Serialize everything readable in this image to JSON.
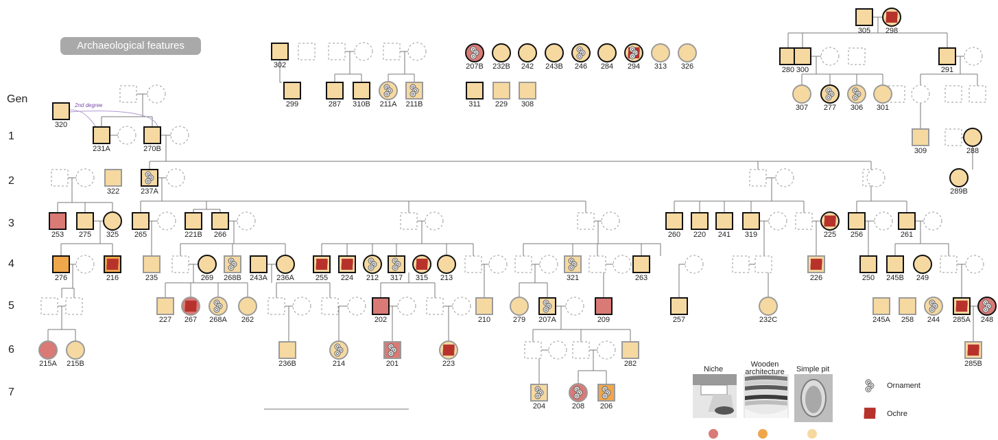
{
  "badge": "Archaeological features",
  "gen_header": "Gen",
  "generations": [
    "1",
    "2",
    "3",
    "4",
    "5",
    "6",
    "7"
  ],
  "note_2nd_degree": "2nd degree",
  "legend": {
    "niche": "Niche",
    "wooden_l1": "Wooden",
    "wooden_l2": "architecture",
    "simple_pit": "Simple pit",
    "ornament": "Ornament",
    "ochre": "Ochre"
  },
  "colors": {
    "fill_default": "#f6d9a1",
    "niche": "#d97a76",
    "wooden": "#f0a64a",
    "simple_pit": "#f6d9a1",
    "ochre": "#b8322c",
    "line": "#777777",
    "thick_border": "#111111",
    "thin_border": "#9a9a9a",
    "dashed": "#9a9a9a",
    "note": "#7a4aa8"
  },
  "individuals": [
    {
      "id": "305",
      "shape": "square",
      "fill": "simple_pit",
      "border": "thick"
    },
    {
      "id": "298",
      "shape": "circle",
      "fill": "simple_pit",
      "border": "thick",
      "ochre": true
    },
    {
      "id": "302",
      "shape": "square",
      "fill": "simple_pit",
      "border": "thick"
    },
    {
      "id": "299",
      "shape": "square",
      "fill": "simple_pit",
      "border": "thick"
    },
    {
      "id": "287",
      "shape": "square",
      "fill": "simple_pit",
      "border": "thick"
    },
    {
      "id": "310B",
      "shape": "square",
      "fill": "simple_pit",
      "border": "thick"
    },
    {
      "id": "211A",
      "shape": "circle",
      "fill": "simple_pit",
      "border": "thin",
      "ornament": true
    },
    {
      "id": "211B",
      "shape": "square",
      "fill": "simple_pit",
      "border": "thin",
      "ornament": true
    },
    {
      "id": "207B",
      "shape": "circle",
      "fill": "niche",
      "border": "thick",
      "ornament": true
    },
    {
      "id": "232B",
      "shape": "circle",
      "fill": "simple_pit",
      "border": "thick"
    },
    {
      "id": "242",
      "shape": "circle",
      "fill": "simple_pit",
      "border": "thick"
    },
    {
      "id": "243B",
      "shape": "circle",
      "fill": "simple_pit",
      "border": "thick"
    },
    {
      "id": "246",
      "shape": "circle",
      "fill": "simple_pit",
      "border": "thick",
      "ornament": true
    },
    {
      "id": "284",
      "shape": "circle",
      "fill": "simple_pit",
      "border": "thick"
    },
    {
      "id": "294",
      "shape": "circle",
      "fill": "simple_pit",
      "border": "thick",
      "ornament": true,
      "ochre": true
    },
    {
      "id": "313",
      "shape": "circle",
      "fill": "simple_pit",
      "border": "thin"
    },
    {
      "id": "326",
      "shape": "circle",
      "fill": "simple_pit",
      "border": "thin"
    },
    {
      "id": "311",
      "shape": "square",
      "fill": "simple_pit",
      "border": "thick"
    },
    {
      "id": "229",
      "shape": "square",
      "fill": "simple_pit",
      "border": "thin"
    },
    {
      "id": "308",
      "shape": "square",
      "fill": "simple_pit",
      "border": "thin"
    },
    {
      "id": "280",
      "shape": "square",
      "fill": "simple_pit",
      "border": "thick"
    },
    {
      "id": "300",
      "shape": "square",
      "fill": "simple_pit",
      "border": "thick"
    },
    {
      "id": "291",
      "shape": "square",
      "fill": "simple_pit",
      "border": "thick"
    },
    {
      "id": "307",
      "shape": "circle",
      "fill": "simple_pit",
      "border": "thin"
    },
    {
      "id": "277",
      "shape": "circle",
      "fill": "simple_pit",
      "border": "thick",
      "ornament": true
    },
    {
      "id": "306",
      "shape": "circle",
      "fill": "simple_pit",
      "border": "thin",
      "ornament": true
    },
    {
      "id": "301",
      "shape": "circle",
      "fill": "simple_pit",
      "border": "thin"
    },
    {
      "id": "309",
      "shape": "square",
      "fill": "simple_pit",
      "border": "thin"
    },
    {
      "id": "288",
      "shape": "circle",
      "fill": "simple_pit",
      "border": "thick"
    },
    {
      "id": "289B",
      "shape": "circle",
      "fill": "simple_pit",
      "border": "thick"
    },
    {
      "id": "320",
      "shape": "square",
      "fill": "simple_pit",
      "border": "thick"
    },
    {
      "id": "231A",
      "shape": "square",
      "fill": "simple_pit",
      "border": "thick"
    },
    {
      "id": "270B",
      "shape": "square",
      "fill": "simple_pit",
      "border": "thick"
    },
    {
      "id": "322",
      "shape": "square",
      "fill": "simple_pit",
      "border": "thin"
    },
    {
      "id": "237A",
      "shape": "square",
      "fill": "simple_pit",
      "border": "thick",
      "ornament": true
    },
    {
      "id": "253",
      "shape": "square",
      "fill": "niche",
      "border": "thick"
    },
    {
      "id": "275",
      "shape": "square",
      "fill": "simple_pit",
      "border": "thick"
    },
    {
      "id": "325",
      "shape": "circle",
      "fill": "simple_pit",
      "border": "thick"
    },
    {
      "id": "265",
      "shape": "square",
      "fill": "simple_pit",
      "border": "thick"
    },
    {
      "id": "221B",
      "shape": "square",
      "fill": "simple_pit",
      "border": "thick"
    },
    {
      "id": "266",
      "shape": "square",
      "fill": "simple_pit",
      "border": "thick"
    },
    {
      "id": "276",
      "shape": "square",
      "fill": "wooden",
      "border": "thick"
    },
    {
      "id": "216",
      "shape": "square",
      "fill": "wooden",
      "border": "thick",
      "ochre": true
    },
    {
      "id": "235",
      "shape": "square",
      "fill": "simple_pit",
      "border": "thin"
    },
    {
      "id": "269",
      "shape": "circle",
      "fill": "simple_pit",
      "border": "thick"
    },
    {
      "id": "268B",
      "shape": "square",
      "fill": "simple_pit",
      "border": "thin",
      "ornament": true
    },
    {
      "id": "243A",
      "shape": "square",
      "fill": "simple_pit",
      "border": "thick"
    },
    {
      "id": "236A",
      "shape": "circle",
      "fill": "simple_pit",
      "border": "thick"
    },
    {
      "id": "255",
      "shape": "square",
      "fill": "simple_pit",
      "border": "thick",
      "ochre": true
    },
    {
      "id": "224",
      "shape": "square",
      "fill": "simple_pit",
      "border": "thick",
      "ochre": true
    },
    {
      "id": "212",
      "shape": "circle",
      "fill": "simple_pit",
      "border": "thick",
      "ornament": true
    },
    {
      "id": "317",
      "shape": "square",
      "fill": "simple_pit",
      "border": "thick",
      "ornament": true
    },
    {
      "id": "315",
      "shape": "circle",
      "fill": "simple_pit",
      "border": "thick",
      "ochre": true
    },
    {
      "id": "213",
      "shape": "circle",
      "fill": "simple_pit",
      "border": "thick"
    },
    {
      "id": "321",
      "shape": "square",
      "fill": "simple_pit",
      "border": "thin",
      "ornament": true
    },
    {
      "id": "263",
      "shape": "square",
      "fill": "simple_pit",
      "border": "thick"
    },
    {
      "id": "260",
      "shape": "square",
      "fill": "simple_pit",
      "border": "thick"
    },
    {
      "id": "220",
      "shape": "square",
      "fill": "simple_pit",
      "border": "thick"
    },
    {
      "id": "241",
      "shape": "square",
      "fill": "simple_pit",
      "border": "thick"
    },
    {
      "id": "319",
      "shape": "square",
      "fill": "simple_pit",
      "border": "thick"
    },
    {
      "id": "225",
      "shape": "circle",
      "fill": "simple_pit",
      "border": "thick",
      "ochre": true
    },
    {
      "id": "226",
      "shape": "square",
      "fill": "simple_pit",
      "border": "thin",
      "ochre": true
    },
    {
      "id": "256",
      "shape": "square",
      "fill": "simple_pit",
      "border": "thick"
    },
    {
      "id": "261",
      "shape": "square",
      "fill": "simple_pit",
      "border": "thick"
    },
    {
      "id": "250",
      "shape": "square",
      "fill": "simple_pit",
      "border": "thick"
    },
    {
      "id": "245B",
      "shape": "square",
      "fill": "simple_pit",
      "border": "thick"
    },
    {
      "id": "249",
      "shape": "circle",
      "fill": "simple_pit",
      "border": "thick"
    },
    {
      "id": "227",
      "shape": "square",
      "fill": "simple_pit",
      "border": "thin"
    },
    {
      "id": "267",
      "shape": "circle",
      "fill": "niche",
      "border": "thin",
      "ochre": true
    },
    {
      "id": "268A",
      "shape": "circle",
      "fill": "simple_pit",
      "border": "thin",
      "ornament": true
    },
    {
      "id": "262",
      "shape": "circle",
      "fill": "simple_pit",
      "border": "thin"
    },
    {
      "id": "202",
      "shape": "square",
      "fill": "niche",
      "border": "thick"
    },
    {
      "id": "210",
      "shape": "square",
      "fill": "simple_pit",
      "border": "thin"
    },
    {
      "id": "279",
      "shape": "circle",
      "fill": "simple_pit",
      "border": "thin"
    },
    {
      "id": "207A",
      "shape": "square",
      "fill": "simple_pit",
      "border": "thick",
      "ornament": true
    },
    {
      "id": "209",
      "shape": "square",
      "fill": "niche",
      "border": "thick"
    },
    {
      "id": "257",
      "shape": "square",
      "fill": "simple_pit",
      "border": "thick"
    },
    {
      "id": "232C",
      "shape": "circle",
      "fill": "simple_pit",
      "border": "thin"
    },
    {
      "id": "245A",
      "shape": "square",
      "fill": "simple_pit",
      "border": "thin"
    },
    {
      "id": "258",
      "shape": "square",
      "fill": "simple_pit",
      "border": "thin"
    },
    {
      "id": "244",
      "shape": "circle",
      "fill": "simple_pit",
      "border": "thin",
      "ornament": true
    },
    {
      "id": "285A",
      "shape": "square",
      "fill": "simple_pit",
      "border": "thick",
      "ochre": true
    },
    {
      "id": "248",
      "shape": "circle",
      "fill": "niche",
      "border": "thick",
      "ornament": true
    },
    {
      "id": "215A",
      "shape": "circle",
      "fill": "niche",
      "border": "thin"
    },
    {
      "id": "215B",
      "shape": "circle",
      "fill": "simple_pit",
      "border": "thin"
    },
    {
      "id": "236B",
      "shape": "square",
      "fill": "simple_pit",
      "border": "thin"
    },
    {
      "id": "214",
      "shape": "circle",
      "fill": "simple_pit",
      "border": "thin",
      "ornament": true
    },
    {
      "id": "201",
      "shape": "square",
      "fill": "niche",
      "border": "thin",
      "ornament": true
    },
    {
      "id": "223",
      "shape": "circle",
      "fill": "simple_pit",
      "border": "thin",
      "ochre": true
    },
    {
      "id": "282",
      "shape": "square",
      "fill": "simple_pit",
      "border": "thin"
    },
    {
      "id": "285B",
      "shape": "square",
      "fill": "simple_pit",
      "border": "thin",
      "ochre": true
    },
    {
      "id": "204",
      "shape": "square",
      "fill": "simple_pit",
      "border": "thin",
      "ornament": true
    },
    {
      "id": "208",
      "shape": "circle",
      "fill": "niche",
      "border": "thin",
      "ornament": true
    },
    {
      "id": "206",
      "shape": "square",
      "fill": "wooden",
      "border": "thin",
      "ornament": true
    }
  ]
}
